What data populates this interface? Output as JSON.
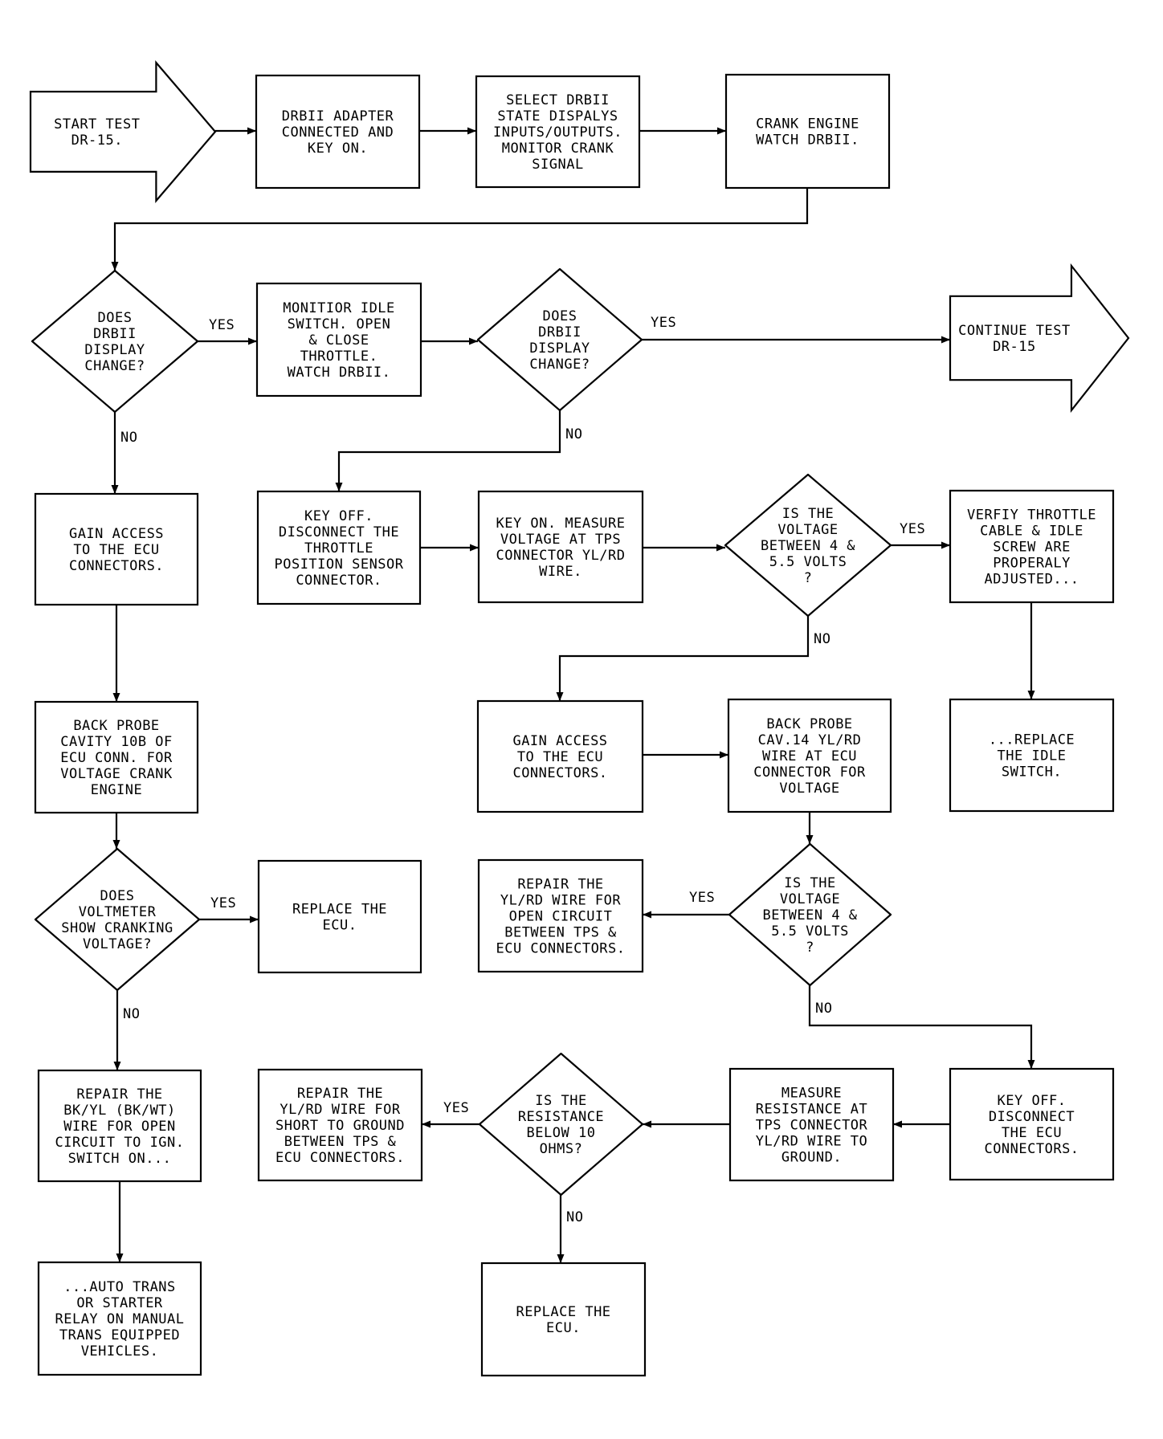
{
  "nodes": [
    {
      "id": "start",
      "shape": "arrow",
      "lines": [
        "START TEST",
        "DR-15."
      ]
    },
    {
      "id": "adapter",
      "shape": "box",
      "lines": [
        "DRBII ADAPTER",
        "CONNECTED AND",
        "KEY ON."
      ]
    },
    {
      "id": "select",
      "shape": "box",
      "lines": [
        "SELECT DRBII",
        "STATE DISPALYS",
        "INPUTS/OUTPUTS.",
        "MONITOR CRANK",
        "SIGNAL"
      ]
    },
    {
      "id": "crank",
      "shape": "box",
      "lines": [
        "CRANK ENGINE",
        "WATCH DRBII."
      ]
    },
    {
      "id": "d1",
      "shape": "diamond",
      "lines": [
        "DOES",
        "DRBII",
        "DISPLAY",
        "CHANGE?"
      ]
    },
    {
      "id": "monitor",
      "shape": "box",
      "lines": [
        "MONITIOR IDLE",
        "SWITCH. OPEN",
        "& CLOSE",
        "THROTTLE.",
        "WATCH DRBII."
      ]
    },
    {
      "id": "d2",
      "shape": "diamond",
      "lines": [
        "DOES",
        "DRBII",
        "DISPLAY",
        "CHANGE?"
      ]
    },
    {
      "id": "continue",
      "shape": "arrow",
      "lines": [
        "CONTINUE TEST",
        "DR-15"
      ]
    },
    {
      "id": "gain1",
      "shape": "box",
      "lines": [
        "GAIN ACCESS",
        "TO THE ECU",
        "CONNECTORS."
      ]
    },
    {
      "id": "keyoff1",
      "shape": "box",
      "lines": [
        "KEY OFF.",
        "DISCONNECT THE",
        "THROTTLE",
        "POSITION SENSOR",
        "CONNECTOR."
      ]
    },
    {
      "id": "keyon",
      "shape": "box",
      "lines": [
        "KEY ON. MEASURE",
        "VOLTAGE AT TPS",
        "CONNECTOR YL/RD",
        "WIRE."
      ]
    },
    {
      "id": "d3",
      "shape": "diamond",
      "lines": [
        "IS THE",
        "VOLTAGE",
        "BETWEEN 4 &",
        "5.5 VOLTS",
        "?"
      ]
    },
    {
      "id": "verify",
      "shape": "box",
      "lines": [
        "VERFIY THROTTLE",
        "CABLE & IDLE",
        "SCREW ARE",
        "PROPERALY",
        "ADJUSTED..."
      ]
    },
    {
      "id": "backprobe1",
      "shape": "box",
      "lines": [
        "BACK PROBE",
        "CAVITY 10B OF",
        "ECU CONN. FOR",
        "VOLTAGE CRANK",
        "ENGINE"
      ]
    },
    {
      "id": "gain2",
      "shape": "box",
      "lines": [
        "GAIN ACCESS",
        "TO THE ECU",
        "CONNECTORS."
      ]
    },
    {
      "id": "backprobe2",
      "shape": "box",
      "lines": [
        "BACK PROBE",
        "CAV.14 YL/RD",
        "WIRE AT ECU",
        "CONNECTOR FOR",
        "VOLTAGE"
      ]
    },
    {
      "id": "replaceidle",
      "shape": "box",
      "lines": [
        "...REPLACE",
        "THE IDLE",
        "SWITCH."
      ]
    },
    {
      "id": "d4",
      "shape": "diamond",
      "lines": [
        "DOES",
        "VOLTMETER",
        "SHOW CRANKING",
        "VOLTAGE?"
      ]
    },
    {
      "id": "replaceecu1",
      "shape": "box",
      "lines": [
        "REPLACE THE",
        "ECU."
      ]
    },
    {
      "id": "repairopen",
      "shape": "box",
      "lines": [
        "REPAIR THE",
        "YL/RD WIRE FOR",
        "OPEN CIRCUIT",
        "BETWEEN TPS &",
        "ECU CONNECTORS."
      ]
    },
    {
      "id": "d5",
      "shape": "diamond",
      "lines": [
        "IS THE",
        "VOLTAGE",
        "BETWEEN 4 &",
        "5.5 VOLTS",
        "?"
      ]
    },
    {
      "id": "repairbk",
      "shape": "box",
      "lines": [
        "REPAIR THE",
        "BK/YL (BK/WT)",
        "WIRE FOR OPEN",
        "CIRCUIT TO IGN.",
        "SWITCH ON..."
      ]
    },
    {
      "id": "repairshort",
      "shape": "box",
      "lines": [
        "REPAIR THE",
        "YL/RD WIRE FOR",
        "SHORT TO GROUND",
        "BETWEEN TPS &",
        "ECU CONNECTORS."
      ]
    },
    {
      "id": "d6",
      "shape": "diamond",
      "lines": [
        "IS THE",
        "RESISTANCE",
        "BELOW 10",
        "OHMS?"
      ]
    },
    {
      "id": "measure",
      "shape": "box",
      "lines": [
        "MEASURE",
        "RESISTANCE AT",
        "TPS CONNECTOR",
        "YL/RD WIRE TO",
        "GROUND."
      ]
    },
    {
      "id": "keyoff2",
      "shape": "box",
      "lines": [
        "KEY OFF.",
        "DISCONNECT",
        "THE ECU",
        "CONNECTORS."
      ]
    },
    {
      "id": "autotrans",
      "shape": "box",
      "lines": [
        "...AUTO TRANS",
        "OR STARTER",
        "RELAY ON MANUAL",
        "TRANS EQUIPPED",
        "VEHICLES."
      ]
    },
    {
      "id": "replaceecu2",
      "shape": "box",
      "lines": [
        "REPLACE THE",
        "ECU."
      ]
    }
  ],
  "edges": [
    {
      "id": "e1",
      "from": "start",
      "to": "adapter",
      "label": ""
    },
    {
      "id": "e2",
      "from": "adapter",
      "to": "select",
      "label": ""
    },
    {
      "id": "e3",
      "from": "select",
      "to": "crank",
      "label": ""
    },
    {
      "id": "e4",
      "from": "crank",
      "to": "d1",
      "label": ""
    },
    {
      "id": "e5",
      "from": "d1",
      "to": "monitor",
      "label": "YES"
    },
    {
      "id": "e6",
      "from": "monitor",
      "to": "d2",
      "label": ""
    },
    {
      "id": "e7",
      "from": "d2",
      "to": "continue",
      "label": "YES"
    },
    {
      "id": "e8",
      "from": "d1",
      "to": "gain1",
      "label": "NO"
    },
    {
      "id": "e9",
      "from": "d2",
      "to": "keyoff1",
      "label": "NO"
    },
    {
      "id": "e10",
      "from": "keyoff1",
      "to": "keyon",
      "label": ""
    },
    {
      "id": "e11",
      "from": "keyon",
      "to": "d3",
      "label": ""
    },
    {
      "id": "e12",
      "from": "d3",
      "to": "verify",
      "label": "YES"
    },
    {
      "id": "e13",
      "from": "verify",
      "to": "replaceidle",
      "label": ""
    },
    {
      "id": "e14",
      "from": "d3",
      "to": "gain2",
      "label": "NO"
    },
    {
      "id": "e15",
      "from": "gain2",
      "to": "backprobe2",
      "label": ""
    },
    {
      "id": "e16",
      "from": "gain1",
      "to": "backprobe1",
      "label": ""
    },
    {
      "id": "e17",
      "from": "backprobe1",
      "to": "d4",
      "label": ""
    },
    {
      "id": "e18",
      "from": "d4",
      "to": "replaceecu1",
      "label": "YES"
    },
    {
      "id": "e19",
      "from": "d4",
      "to": "repairbk",
      "label": "NO"
    },
    {
      "id": "e20",
      "from": "repairbk",
      "to": "autotrans",
      "label": ""
    },
    {
      "id": "e21",
      "from": "backprobe2",
      "to": "d5",
      "label": ""
    },
    {
      "id": "e22",
      "from": "d5",
      "to": "repairopen",
      "label": "YES"
    },
    {
      "id": "e23",
      "from": "d5",
      "to": "keyoff2",
      "label": "NO"
    },
    {
      "id": "e24",
      "from": "keyoff2",
      "to": "measure",
      "label": ""
    },
    {
      "id": "e25",
      "from": "measure",
      "to": "d6",
      "label": ""
    },
    {
      "id": "e26",
      "from": "d6",
      "to": "repairshort",
      "label": "YES"
    },
    {
      "id": "e27",
      "from": "d6",
      "to": "replaceecu2",
      "label": "NO"
    }
  ]
}
